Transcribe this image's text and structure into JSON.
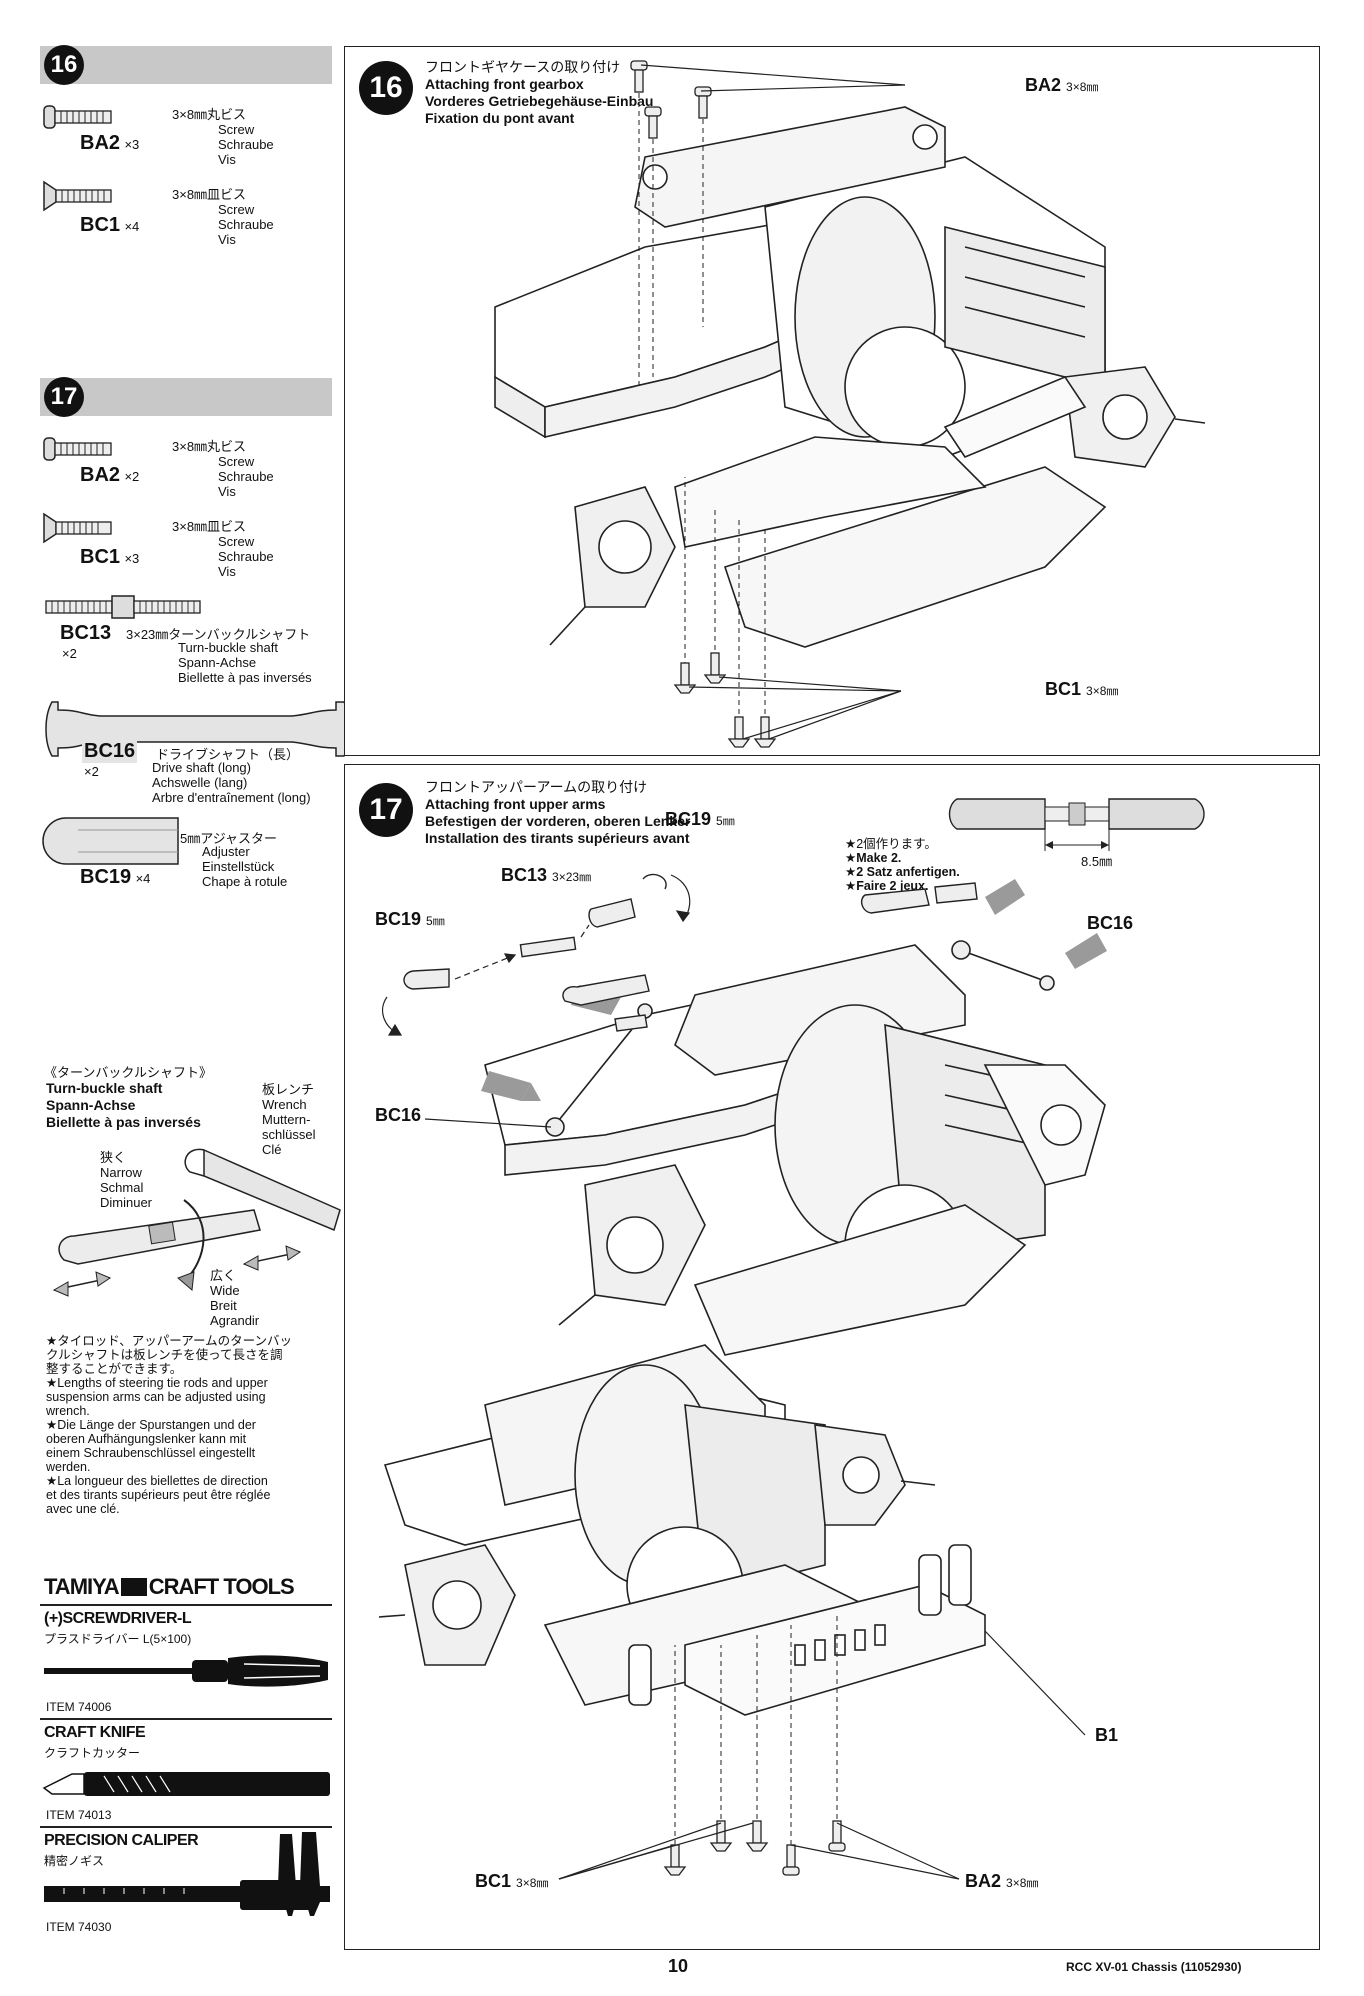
{
  "left": {
    "step16": {
      "number": "16",
      "parts": [
        {
          "code": "BA2",
          "qty": "×3",
          "jp": "3×8㎜丸ビス",
          "names": [
            "Screw",
            "Schraube",
            "Vis"
          ]
        },
        {
          "code": "BC1",
          "qty": "×4",
          "jp": "3×8㎜皿ビス",
          "names": [
            "Screw",
            "Schraube",
            "Vis"
          ]
        }
      ]
    },
    "step17": {
      "number": "17",
      "parts": [
        {
          "code": "BA2",
          "qty": "×2",
          "jp": "3×8㎜丸ビス",
          "names": [
            "Screw",
            "Schraube",
            "Vis"
          ]
        },
        {
          "code": "BC1",
          "qty": "×3",
          "jp": "3×8㎜皿ビス",
          "names": [
            "Screw",
            "Schraube",
            "Vis"
          ]
        },
        {
          "code": "BC13",
          "qty": "×2",
          "jp": "3×23㎜ターンバックルシャフト",
          "names": [
            "Turn-buckle shaft",
            "Spann-Achse",
            "Biellette à pas inversés"
          ]
        },
        {
          "code": "BC16",
          "qty": "×2",
          "jp": "ドライブシャフト（長）",
          "names": [
            "Drive shaft (long)",
            "Achswelle (lang)",
            "Arbre d'entraînement (long)"
          ]
        },
        {
          "code": "BC19",
          "qty": "×4",
          "jp": "5㎜アジャスター",
          "names": [
            "Adjuster",
            "Einstellstück",
            "Chape à rotule"
          ]
        }
      ]
    },
    "turnbuckle": {
      "heading": "《ターンバックルシャフト》",
      "names": [
        "Turn-buckle shaft",
        "Spann-Achse",
        "Biellette à pas inversés"
      ],
      "wrench": [
        "板レンチ",
        "Wrench",
        "Muttern-",
        "schlüssel",
        "Clé"
      ],
      "narrow": [
        "狭く",
        "Narrow",
        "Schmal",
        "Diminuer"
      ],
      "wide": [
        "広く",
        "Wide",
        "Breit",
        "Agrandir"
      ],
      "notes": [
        "★タイロッド、アッパーアームのターンバッ",
        "クルシャフトは板レンチを使って長さを調",
        "整することができます。",
        "★Lengths of steering tie rods and upper",
        "suspension arms can be adjusted using",
        "wrench.",
        "★Die Länge der Spurstangen und der",
        "oberen Aufhängungslenker kann mit",
        "einem Schraubenschlüssel eingestellt",
        "werden.",
        "★La longueur des biellettes de direction",
        "et des tirants supérieurs peut être réglée",
        "avec une clé."
      ]
    },
    "tools": {
      "brand": "TAMIYA",
      "brand2": "CRAFT TOOLS",
      "screwdriver": {
        "name": "(+)SCREWDRIVER-L",
        "sub": "プラスドライバー L(5×100)",
        "item": "ITEM 74006"
      },
      "knife": {
        "name": "CRAFT KNIFE",
        "sub": "クラフトカッター",
        "item": "ITEM 74013"
      },
      "caliper": {
        "name": "PRECISION CALIPER",
        "sub": "精密ノギス",
        "item": "ITEM 74030"
      }
    }
  },
  "panel16": {
    "number": "16",
    "titles": [
      "フロントギヤケースの取り付け",
      "Attaching front gearbox",
      "Vorderes Getriebegehäuse-Einbau",
      "Fixation du pont avant"
    ],
    "labels": {
      "ba2": "BA2",
      "ba2_size": "3×8㎜",
      "bc1": "BC1",
      "bc1_size": "3×8㎜"
    }
  },
  "panel17": {
    "number": "17",
    "titles": [
      "フロントアッパーアームの取り付け",
      "Attaching front upper arms",
      "Befestigen der vorderen, oberen Lenker",
      "Installation des tirants supérieurs avant"
    ],
    "make": [
      "★2個作ります。",
      "★Make 2.",
      "★2 Satz anfertigen.",
      "★Faire 2 jeux."
    ],
    "dim": "8.5㎜",
    "labels": {
      "bc19a": "BC19",
      "bc19a_size": "5㎜",
      "bc13": "BC13",
      "bc13_size": "3×23㎜",
      "bc19b": "BC19",
      "bc19b_size": "5㎜",
      "bc16a": "BC16",
      "bc16b": "BC16",
      "b1": "B1",
      "bc1": "BC1",
      "bc1_size": "3×8㎜",
      "ba2": "BA2",
      "ba2_size": "3×8㎜"
    }
  },
  "footer": {
    "page": "10",
    "model": "RCC XV-01 Chassis (11052930)"
  }
}
